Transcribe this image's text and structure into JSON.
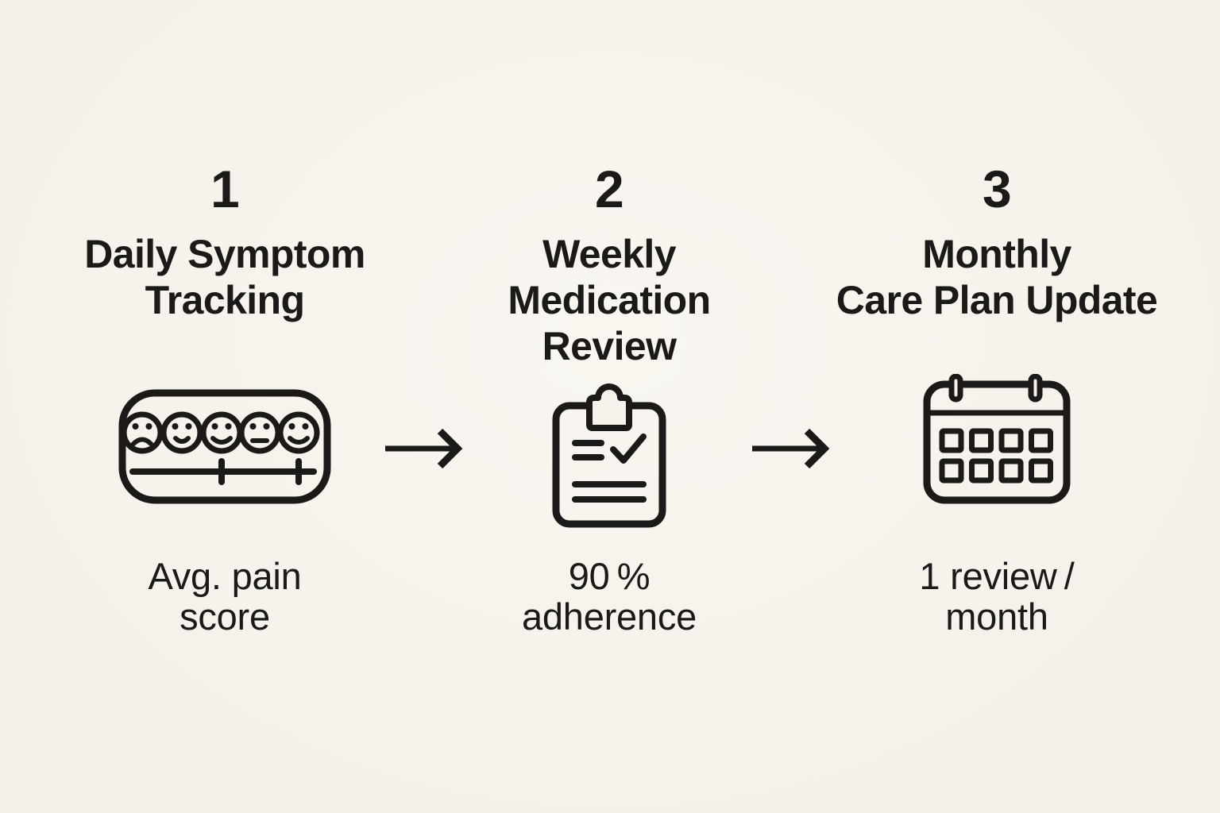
{
  "page": {
    "background_color": "#f7f3ec",
    "ink_color": "#1b1a18"
  },
  "steps": [
    {
      "number": "1",
      "title": "Daily Symptom\nTracking",
      "icon": "pain-scale-icon",
      "caption": "Avg. pain\nscore"
    },
    {
      "number": "2",
      "title": "Weekly\nMedication\nReview",
      "icon": "clipboard-checklist-icon",
      "caption": "90 %\nadherence"
    },
    {
      "number": "3",
      "title": "Monthly\nCare Plan Update",
      "icon": "calendar-icon",
      "caption": "1 review /\nmonth"
    }
  ],
  "arrows": [
    {
      "icon": "arrow-right-icon"
    },
    {
      "icon": "arrow-right-icon"
    }
  ]
}
